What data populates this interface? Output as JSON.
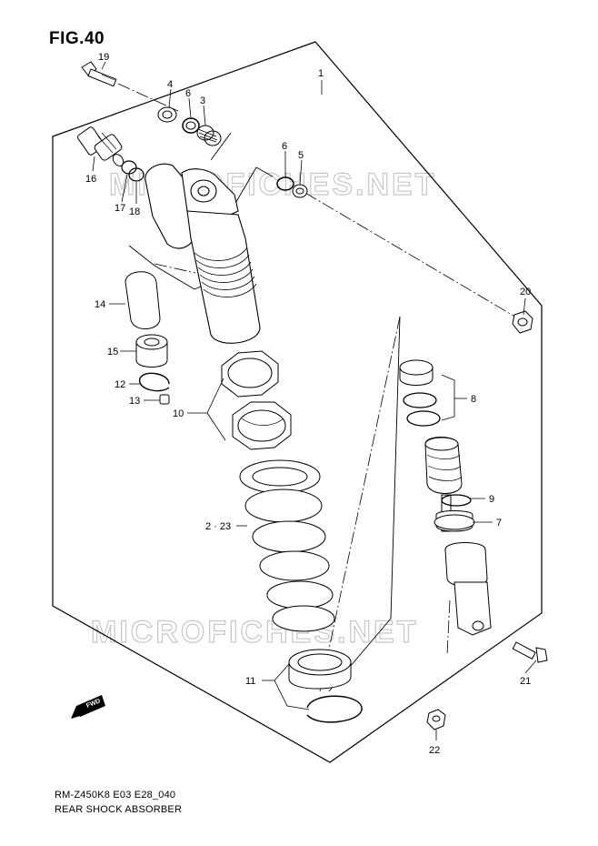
{
  "figure": {
    "title": "FIG.40",
    "code": "RM-Z450K8 E03 E28_040",
    "caption": "REAR SHOCK ABSORBER"
  },
  "watermark": {
    "text": "MICROFICHES.NET"
  },
  "fwd_label": "FWD",
  "callouts": [
    {
      "id": "c1",
      "label": "1"
    },
    {
      "id": "c19",
      "label": "19"
    },
    {
      "id": "c4",
      "label": "4"
    },
    {
      "id": "c6a",
      "label": "6"
    },
    {
      "id": "c3",
      "label": "3"
    },
    {
      "id": "c16",
      "label": "16"
    },
    {
      "id": "c17",
      "label": "17"
    },
    {
      "id": "c18",
      "label": "18"
    },
    {
      "id": "c6b",
      "label": "6"
    },
    {
      "id": "c5",
      "label": "5"
    },
    {
      "id": "c20",
      "label": "20"
    },
    {
      "id": "c14",
      "label": "14"
    },
    {
      "id": "c15",
      "label": "15"
    },
    {
      "id": "c12",
      "label": "12"
    },
    {
      "id": "c13",
      "label": "13"
    },
    {
      "id": "c10",
      "label": "10"
    },
    {
      "id": "c8",
      "label": "8"
    },
    {
      "id": "c9",
      "label": "9"
    },
    {
      "id": "c7",
      "label": "7"
    },
    {
      "id": "c2-23",
      "label": "2 · 23"
    },
    {
      "id": "c21",
      "label": "21"
    },
    {
      "id": "c11",
      "label": "11"
    },
    {
      "id": "c22",
      "label": "22"
    }
  ]
}
